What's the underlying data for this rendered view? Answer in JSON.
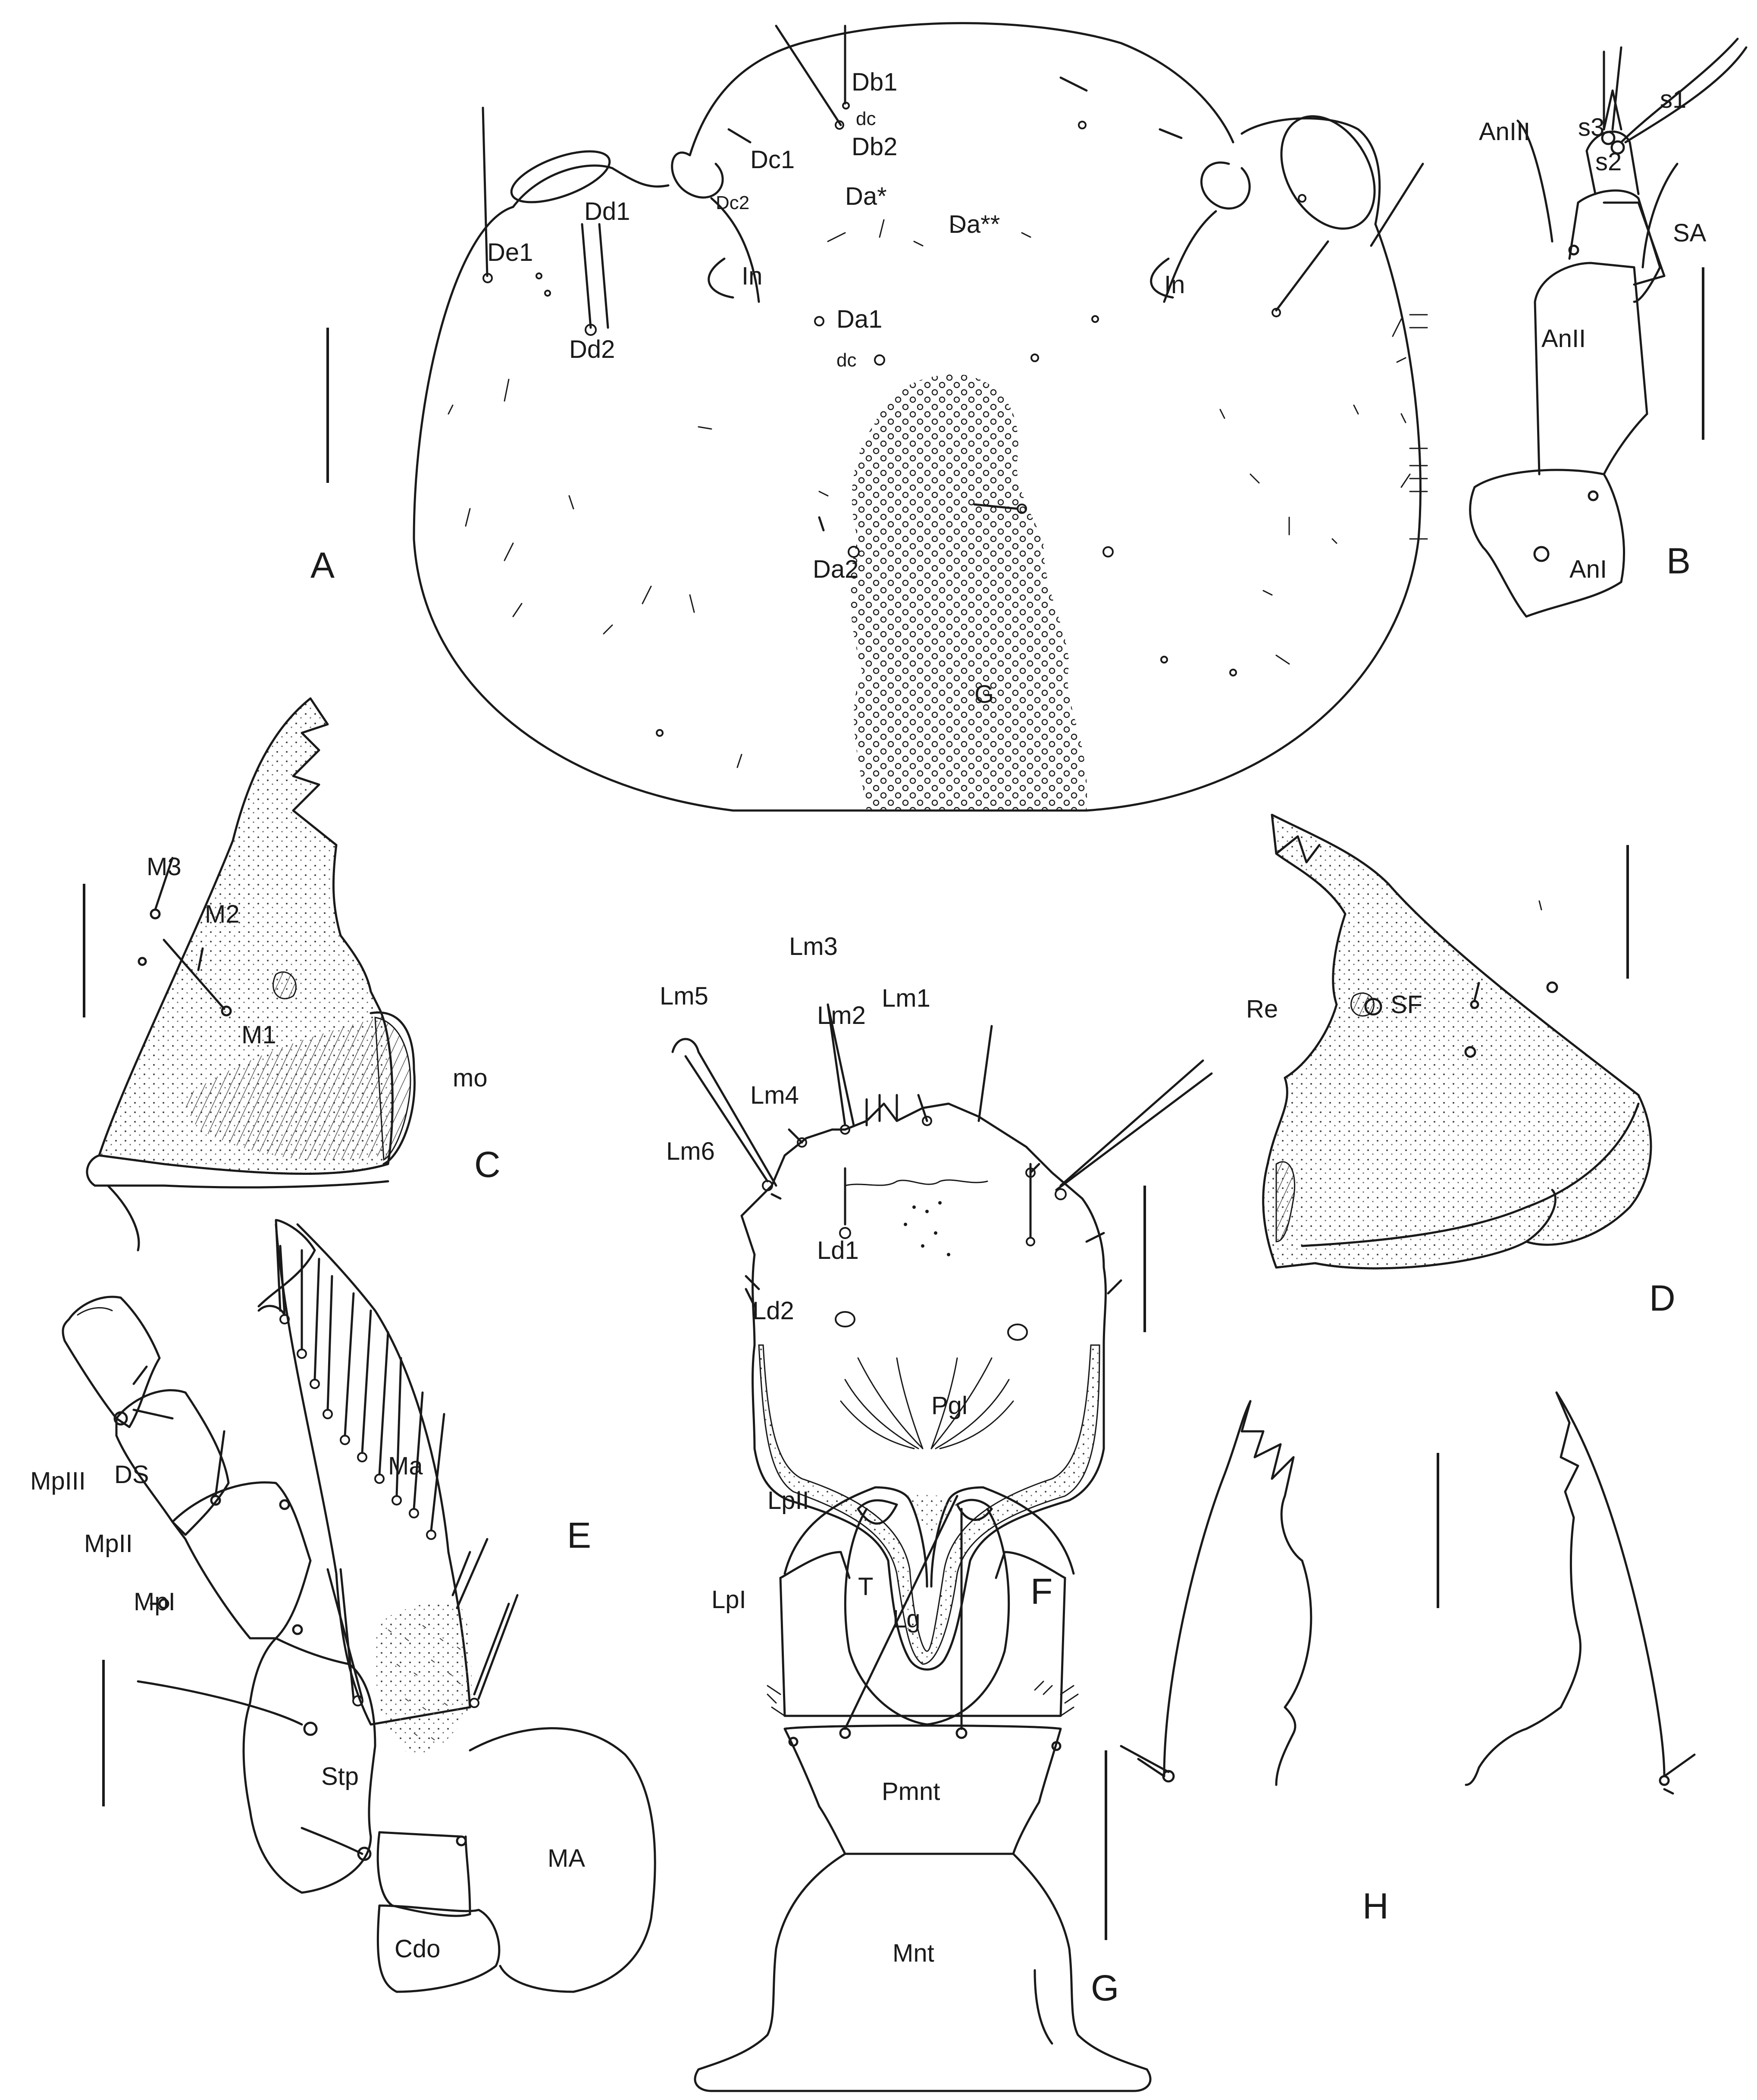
{
  "panels": {
    "A": {
      "letter": "A",
      "labels": [
        "Db1",
        "dc",
        "Db2",
        "Dc1",
        "Dc2",
        "Da*",
        "Da**",
        "Dd1",
        "De1",
        "In",
        "In",
        "Da1",
        "dc",
        "Dd2",
        "Da2",
        "G"
      ]
    },
    "B": {
      "letter": "B",
      "labels": [
        "s3",
        "s1",
        "AnIII",
        "s2",
        "SA",
        "AnII",
        "AnI"
      ]
    },
    "C": {
      "letter": "C",
      "labels": [
        "M3",
        "M2",
        "M1",
        "mo"
      ]
    },
    "D": {
      "letter": "D",
      "labels": [
        "Re",
        "SF"
      ]
    },
    "E": {
      "letter": "E",
      "labels": [
        "MpIII",
        "DS",
        "Ma",
        "MpII",
        "MpI",
        "Stp",
        "MA",
        "Cdo"
      ]
    },
    "F": {
      "letter": "F",
      "labels": [
        "Lm3",
        "Lm5",
        "Lm2",
        "Lm1",
        "Lm4",
        "Lm6",
        "Ld1",
        "Ld2",
        "Pgl",
        "T"
      ]
    },
    "G": {
      "letter": "G",
      "labels": [
        "LpII",
        "LpI",
        "Lg",
        "Pmnt",
        "Mnt"
      ]
    },
    "H": {
      "letter": "H",
      "labels": []
    }
  }
}
